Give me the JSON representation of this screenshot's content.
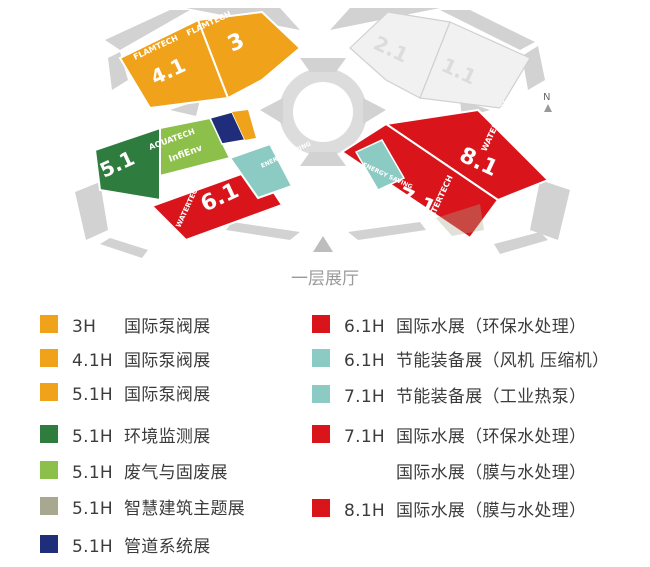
{
  "map": {
    "entrance_label": "一层展厅",
    "north_label": "N",
    "colors": {
      "orange": "#f0a21b",
      "dark_green": "#2e7d3e",
      "light_green": "#8cc04a",
      "olive_gray": "#a8a890",
      "navy": "#1f2d7a",
      "red": "#d9141b",
      "teal": "#8ccbc3",
      "gray_hall": "#f1f1f1",
      "gray_wing": "#cfcfcf"
    },
    "halls": {
      "h3": {
        "number": "3",
        "brand": "FLAMTECH"
      },
      "h41": {
        "number": "4.1",
        "brand": "FLAMTECH"
      },
      "h21": {
        "number": "2.1"
      },
      "h11": {
        "number": "1.1"
      },
      "h51": {
        "number": "5.1",
        "brand1": "AQUATECH",
        "brand2": "InfiEnv"
      },
      "h61": {
        "number": "6.1",
        "brand": "WATERTECH",
        "tag": "ENERGY SAVING"
      },
      "h71": {
        "number": "7.1",
        "brand": "WATERTECH",
        "tag": "ENERGY SAVING"
      },
      "h81": {
        "number": "8.1",
        "brand": "WATERTECH"
      }
    }
  },
  "legend": {
    "left": [
      {
        "hall": "3H",
        "name": "国际泵阀展",
        "color": "#f0a21b"
      },
      {
        "hall": "4.1H",
        "name": "国际泵阀展",
        "color": "#f0a21b"
      },
      {
        "hall": "5.1H",
        "name": "国际泵阀展",
        "color": "#f0a21b"
      },
      {
        "hall": "5.1H",
        "name": "环境监测展",
        "color": "#2e7d3e"
      },
      {
        "hall": "5.1H",
        "name": "废气与固废展",
        "color": "#8cc04a"
      },
      {
        "hall": "5.1H",
        "name": "智慧建筑主题展",
        "color": "#a8a890"
      },
      {
        "hall": "5.1H",
        "name": "管道系统展",
        "color": "#1f2d7a"
      }
    ],
    "right": [
      {
        "hall": "6.1H",
        "name": "国际水展（环保水处理）",
        "color": "#d9141b"
      },
      {
        "hall": "6.1H",
        "name": "节能装备展（风机 压缩机）",
        "color": "#8ccbc3"
      },
      {
        "hall": "7.1H",
        "name": "节能装备展（工业热泵）",
        "color": "#8ccbc3"
      },
      {
        "hall": "7.1H",
        "name": "国际水展（环保水处理）",
        "color": "#d9141b"
      },
      {
        "hall": "",
        "name": "国际水展（膜与水处理）",
        "color": ""
      },
      {
        "hall": "8.1H",
        "name": "国际水展（膜与水处理）",
        "color": "#d9141b"
      }
    ]
  }
}
